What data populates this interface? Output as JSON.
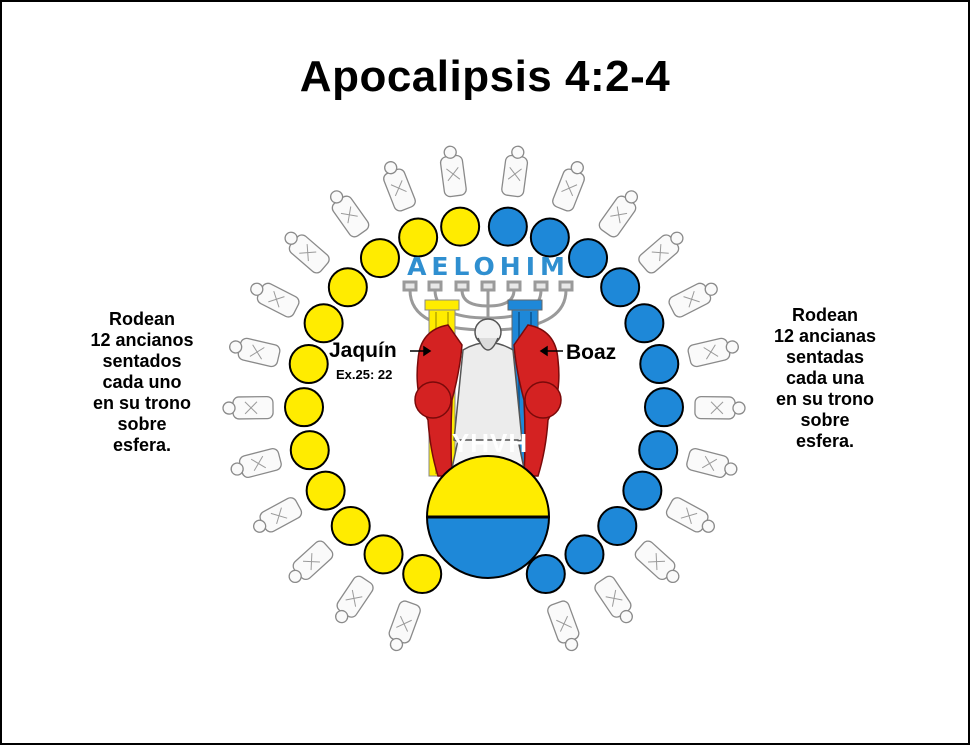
{
  "title": "Apocalipsis 4:2-4",
  "left_text": [
    "Rodean",
    "12 ancianos",
    "sentados",
    "cada uno",
    "en su trono",
    "sobre",
    "esfera."
  ],
  "right_text": [
    "Rodean",
    "12 ancianas",
    "sentadas",
    "cada una",
    "en su trono",
    "sobre",
    "esfera."
  ],
  "center": {
    "top_label": "AELOHIM",
    "throne_label": "YHVH",
    "left_pillar": {
      "name": "Jaquín",
      "reference": "Ex.25: 22"
    },
    "right_pillar": {
      "name": "Boaz"
    }
  },
  "colors": {
    "yellow": "#ffec00",
    "blue": "#1e88d8",
    "aelohim": "#2f8fd0",
    "red": "#d42222",
    "outline": "#000000"
  },
  "elders": {
    "left_count": 12,
    "right_count": 12,
    "left_color": "yellow",
    "right_color": "blue"
  }
}
